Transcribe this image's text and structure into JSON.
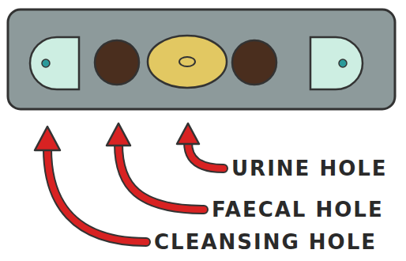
{
  "diagram": {
    "labels": [
      "URINE HOLE",
      "FAECAL HOLE",
      "CLEANSING HOLE"
    ]
  }
}
